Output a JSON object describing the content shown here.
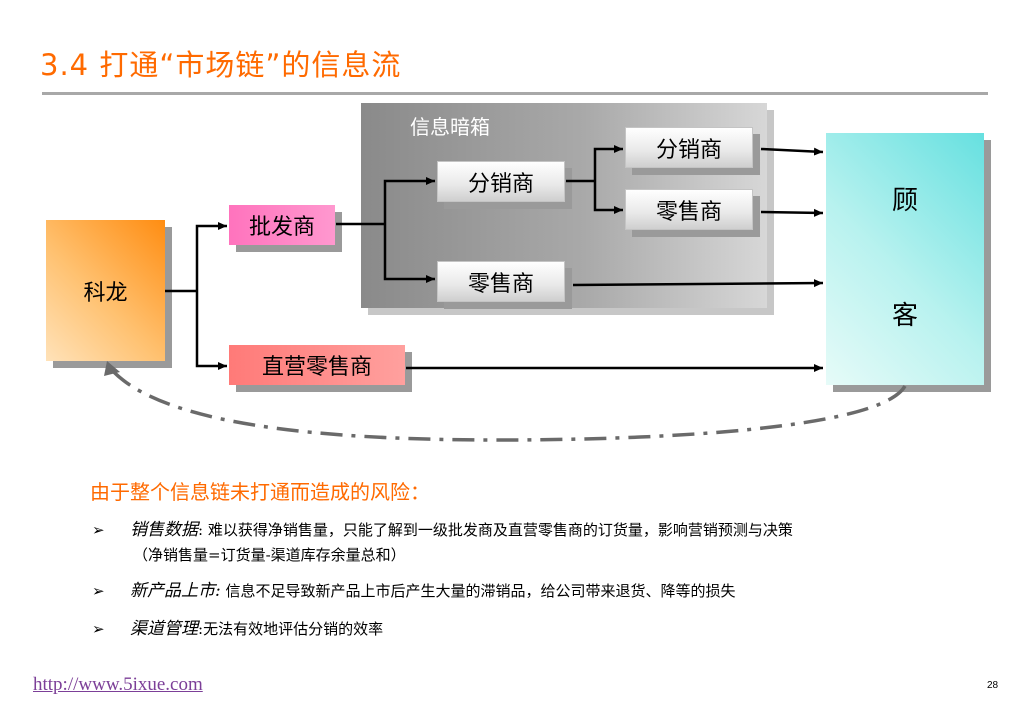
{
  "title": "3.4 打通“市场链”的信息流",
  "diagram": {
    "black_box_label": "信息暗箱",
    "origin": "科龙",
    "wholesaler": "批发商",
    "direct_retailer": "直营零售商",
    "distributor_1": "分销商",
    "retailer_1": "零售商",
    "distributor_2": "分销商",
    "retailer_2": "零售商",
    "customer_char_1": "顾",
    "customer_char_2": "客"
  },
  "risks": {
    "heading": "由于整个信息链未打通而造成的风险：",
    "items": [
      {
        "label": "销售数据",
        "sep": ":",
        "text": "难以获得净销售量，只能了解到一级批发商及直营零售商的订货量，影响营销预测与决策",
        "sub": "（净销售量=订货量-渠道库存余量总和）"
      },
      {
        "label": "新产品上市:",
        "sep": "",
        "text": "信息不足导致新产品上市后产生大量的滞销品，给公司带来退货、降等的损失"
      },
      {
        "label": "渠道管理",
        "sep": ":",
        "text": "无法有效地评估分销的效率"
      }
    ],
    "bullet_marker": "➢"
  },
  "footer": {
    "link": "http://www.5ixue.com",
    "page_number": "28"
  },
  "colors": {
    "title": "#ff6a00",
    "wholesaler_fill": "#ff7fc4",
    "direct_retailer_fill": "#ff8886",
    "customer_fill": "#9eeeea",
    "origin_fill": "#ffb04d",
    "link": "#7c3f98"
  }
}
